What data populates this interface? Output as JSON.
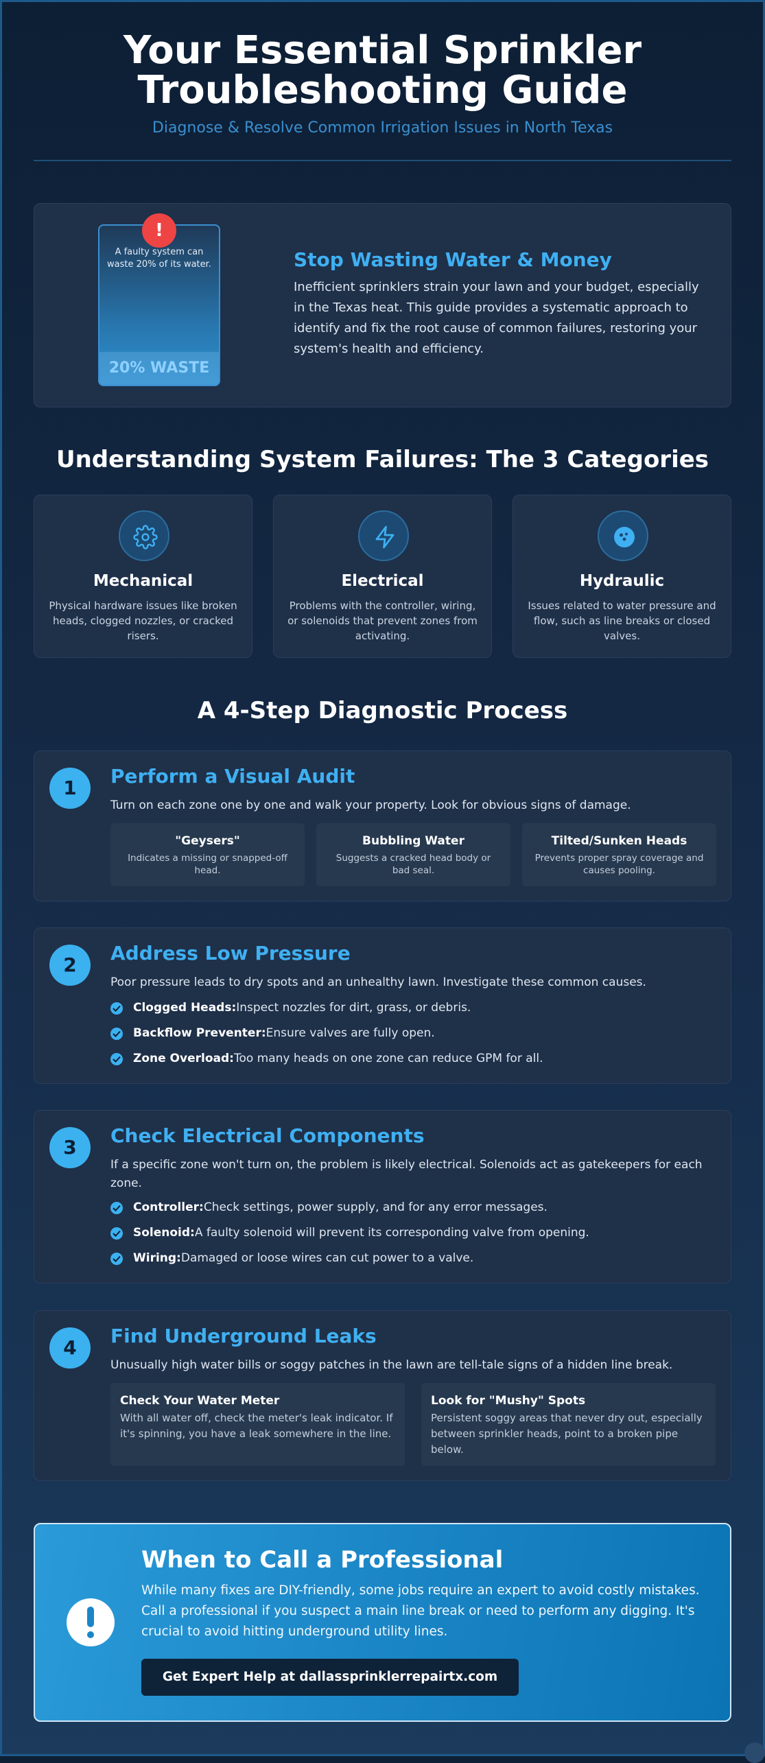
{
  "header": {
    "title_line1": "Your Essential Sprinkler",
    "title_line2": "Troubleshooting Guide",
    "subtitle": "Diagnose & Resolve Common Irrigation Issues in North Texas"
  },
  "intro": {
    "badge": "!",
    "tank_text": "A faulty system can waste 20% of its water.",
    "waste_label": "20% WASTE",
    "waste_percent": 20,
    "title": "Stop Wasting Water & Money",
    "body": "Inefficient sprinklers strain your lawn and your budget, especially in the Texas heat. This guide provides a systematic approach to identify and fix the root cause of common failures, restoring your system's health and efficiency."
  },
  "categories": {
    "title": "Understanding System Failures: The 3 Categories",
    "items": [
      {
        "icon": "gear-icon",
        "name": "Mechanical",
        "desc": "Physical hardware issues like broken heads, clogged nozzles, or cracked risers."
      },
      {
        "icon": "lightning-bolt-icon",
        "name": "Electrical",
        "desc": "Problems with the controller, wiring, or solenoids that prevent zones from activating."
      },
      {
        "icon": "water-drops-icon",
        "name": "Hydraulic",
        "desc": "Issues related to water pressure and flow, such as line breaks or closed valves."
      }
    ]
  },
  "process": {
    "title": "A 4-Step Diagnostic Process",
    "steps": [
      {
        "num": "1",
        "title": "Perform a Visual Audit",
        "desc": "Turn on each zone one by one and walk your property. Look for obvious signs of damage.",
        "tiles": [
          {
            "title": "\"Geysers\"",
            "desc": "Indicates a missing or snapped-off head."
          },
          {
            "title": "Bubbling Water",
            "desc": "Suggests a cracked head body or bad seal."
          },
          {
            "title": "Tilted/Sunken Heads",
            "desc": "Prevents proper spray coverage and causes pooling."
          }
        ]
      },
      {
        "num": "2",
        "title": "Address Low Pressure",
        "desc": "Poor pressure leads to dry spots and an unhealthy lawn. Investigate these common causes.",
        "checks": [
          {
            "bold": "Clogged Heads:",
            "text": "Inspect nozzles for dirt, grass, or debris."
          },
          {
            "bold": "Backflow Preventer:",
            "text": "Ensure valves are fully open."
          },
          {
            "bold": "Zone Overload:",
            "text": "Too many heads on one zone can reduce GPM for all."
          }
        ]
      },
      {
        "num": "3",
        "title": "Check Electrical Components",
        "desc": "If a specific zone won't turn on, the problem is likely electrical. Solenoids act as gatekeepers for each zone.",
        "checks": [
          {
            "bold": "Controller:",
            "text": "Check settings, power supply, and for any error messages."
          },
          {
            "bold": "Solenoid:",
            "text": "A faulty solenoid will prevent its corresponding valve from opening."
          },
          {
            "bold": "Wiring:",
            "text": "Damaged or loose wires can cut power to a valve."
          }
        ]
      },
      {
        "num": "4",
        "title": "Find Underground Leaks",
        "desc": "Unusually high water bills or soggy patches in the lawn are tell-tale signs of a hidden line break.",
        "tiles": [
          {
            "title": "Check Your Water Meter",
            "desc": "With all water off, check the meter's leak indicator. If it's spinning, you have a leak somewhere in the line."
          },
          {
            "title": "Look for \"Mushy\" Spots",
            "desc": "Persistent soggy areas that never dry out, especially between sprinkler heads, point to a broken pipe below."
          }
        ]
      }
    ]
  },
  "cta": {
    "title": "When to Call a Professional",
    "body": "While many fixes are DIY-friendly, some jobs require an expert to avoid costly mistakes. Call a professional if you suspect a main line break or need to perform any digging. It's crucial to avoid hitting underground utility lines.",
    "button": "Get Expert Help at dallassprinklerrepairtx.com"
  },
  "colors": {
    "accent": "#3fb0f2",
    "background": "#0d1f35",
    "alert": "#ef4444",
    "cta": "#1b86c6"
  }
}
